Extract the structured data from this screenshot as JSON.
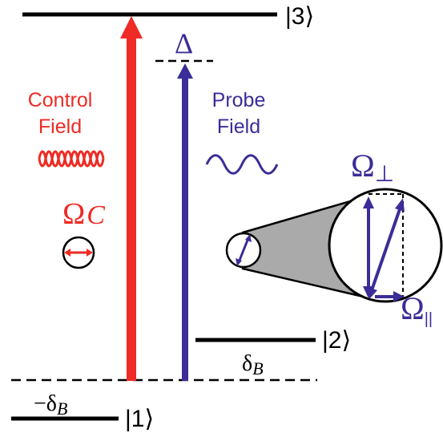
{
  "levels": {
    "level3_label": "|3⟩",
    "level2_label": "|2⟩",
    "level1_label": "|1⟩"
  },
  "control": {
    "title_line1": "Control",
    "title_line2": "Field",
    "rabi_symbol": "Ω",
    "rabi_subscript": "C",
    "color": "#ee2b24"
  },
  "probe": {
    "title_line1": "Probe",
    "title_line2": "Field",
    "detuning": "Δ",
    "color": "#3b2d98"
  },
  "zeeman": {
    "shift_up_symbol": "δ",
    "shift_up_subscript": "B",
    "shift_down_sign": "−",
    "shift_down_symbol": "δ",
    "shift_down_subscript": "B"
  },
  "polarization": {
    "perp_symbol": "Ω",
    "perp_subscript": "⊥",
    "parallel_symbol": "Ω",
    "parallel_subscript": "||"
  },
  "colors": {
    "black": "#000000",
    "magnifier_fill": "#aaaaaa"
  }
}
